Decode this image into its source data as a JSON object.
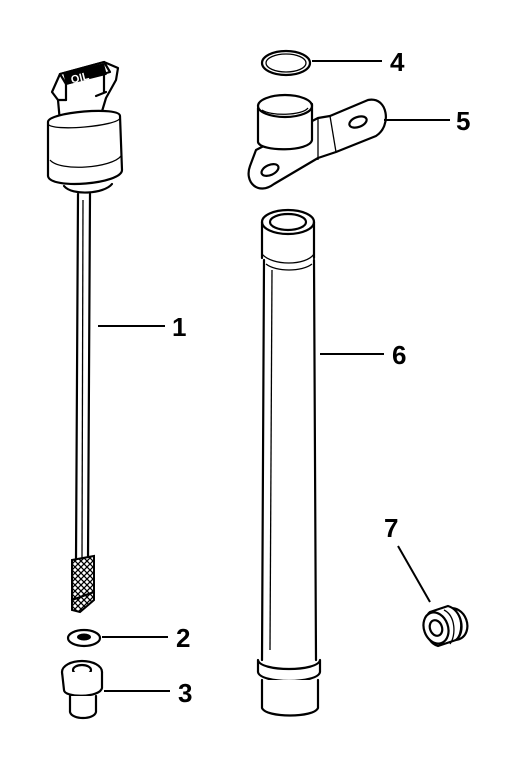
{
  "parts": [
    {
      "id": "dipstick",
      "callout": "1",
      "marking": "OIL"
    },
    {
      "id": "o-ring-small",
      "callout": "2"
    },
    {
      "id": "grommet",
      "callout": "3"
    },
    {
      "id": "o-ring",
      "callout": "4"
    },
    {
      "id": "clamp",
      "callout": "5"
    },
    {
      "id": "tube",
      "callout": "6"
    },
    {
      "id": "seal",
      "callout": "7"
    }
  ]
}
